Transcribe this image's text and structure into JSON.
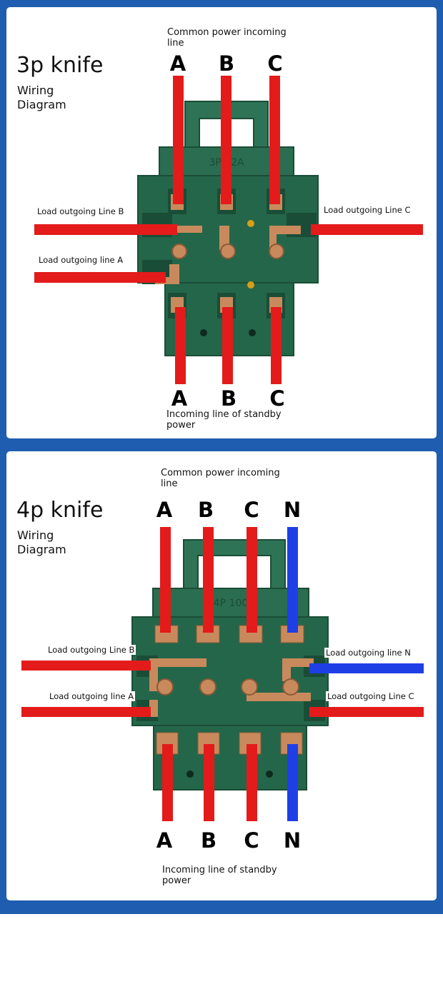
{
  "colors": {
    "background": "#1f5db0",
    "panel": "#ffffff",
    "switch_body": "#24664a",
    "switch_dark": "#1a4d37",
    "red_wire": "#e31b1b",
    "blue_wire": "#1f3fe6",
    "copper": "#c88a5c"
  },
  "diagram_3p": {
    "title": "3p knife",
    "subtitle": "Wiring Diagram",
    "top_caption": "Common power incoming line",
    "bottom_caption": "Incoming line of standby power",
    "top_phases": [
      "A",
      "B",
      "C"
    ],
    "bottom_phases": [
      "A",
      "B",
      "C"
    ],
    "load_labels": {
      "left_upper": "Load outgoing Line B",
      "left_lower": "Load outgoing line A",
      "right_upper": "Load outgoing Line C"
    },
    "switch_marking": "3P 32A"
  },
  "diagram_4p": {
    "title": "4p knife",
    "subtitle": "Wiring Diagram",
    "top_caption": "Common power incoming line",
    "bottom_caption": "Incoming line of standby power",
    "top_phases": [
      "A",
      "B",
      "C",
      "N"
    ],
    "bottom_phases": [
      "A",
      "B",
      "C",
      "N"
    ],
    "load_labels": {
      "left_upper": "Load outgoing Line B",
      "left_lower": "Load outgoing line A",
      "right_upper": "Load outgoing line N",
      "right_lower": "Load outgoing Line C"
    },
    "switch_marking": "4P 100"
  }
}
